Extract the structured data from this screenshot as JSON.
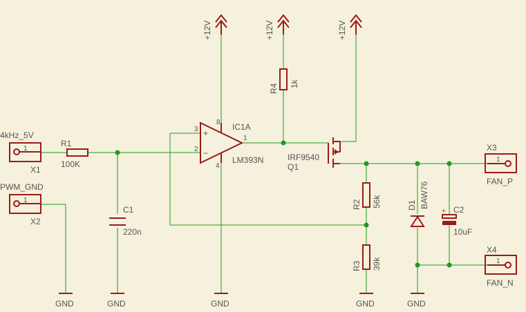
{
  "labels": {
    "supply_1": "+12V",
    "supply_2": "+12V",
    "supply_3": "+12V",
    "pwm_signal": "4kHz_5V",
    "x1": "X1",
    "pwm_gnd": "PWM_GND",
    "x2": "X2",
    "r1_name": "R1",
    "r1_value": "100K",
    "c1_name": "C1",
    "c1_value": "220n",
    "ic_name": "IC1A",
    "ic_part": "LM393N",
    "pin_3": "3",
    "pin_2": "2",
    "pin_8": "8",
    "pin_1": "1",
    "pin_4": "4",
    "pin_plus": "+",
    "pin_minus": "−",
    "r4_name": "R4",
    "r4_value": "1k",
    "q1_part": "IRF9540",
    "q1_name": "Q1",
    "r2_name": "R2",
    "r2_value": "56k",
    "r3_name": "R3",
    "r3_value": "39k",
    "d1_name": "D1",
    "d1_part": "BAW76",
    "c2_name": "C2",
    "c2_value": "10uF",
    "c2_plus": "+",
    "x3": "X3",
    "fan_p": "FAN_P",
    "x4": "X4",
    "fan_n": "FAN_N",
    "conn_pin_x1": "1",
    "conn_pin_x2": "1",
    "conn_pin_x3": "1",
    "conn_pin_x4": "1",
    "gnd_1": "GND",
    "gnd_2": "GND",
    "gnd_3": "GND",
    "gnd_4": "GND",
    "gnd_5": "GND"
  }
}
